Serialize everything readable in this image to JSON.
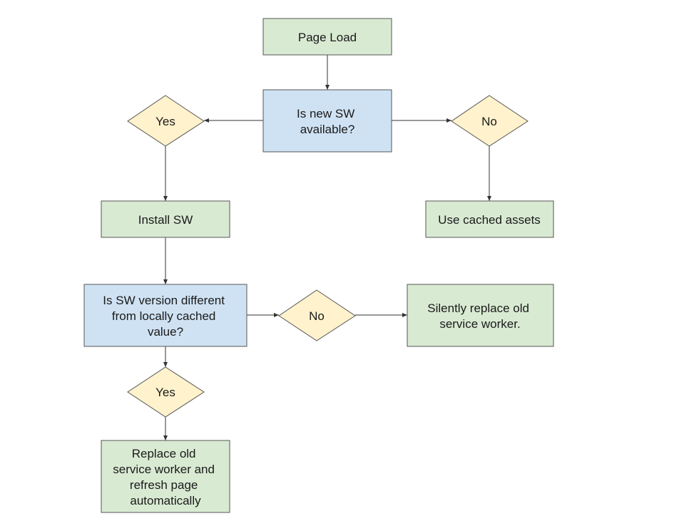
{
  "colors": {
    "process_fill": "#d9ead3",
    "decision_fill": "#cfe2f3",
    "answer_fill": "#fff2cc",
    "stroke": "#555555"
  },
  "nodes": {
    "page_load": {
      "lines": [
        "Page Load"
      ]
    },
    "new_sw_question": {
      "lines": [
        "Is new SW",
        "available?"
      ]
    },
    "yes_1": {
      "lines": [
        "Yes"
      ]
    },
    "no_1": {
      "lines": [
        "No"
      ]
    },
    "install_sw": {
      "lines": [
        "Install SW"
      ]
    },
    "use_cached_assets": {
      "lines": [
        "Use cached assets"
      ]
    },
    "version_question": {
      "lines": [
        "Is SW version different",
        "from locally cached",
        "value?"
      ]
    },
    "no_2": {
      "lines": [
        "No"
      ]
    },
    "silent_replace": {
      "lines": [
        "Silently replace old",
        "service worker."
      ]
    },
    "yes_2": {
      "lines": [
        "Yes"
      ]
    },
    "replace_refresh": {
      "lines": [
        "Replace old",
        "service worker and",
        "refresh page",
        "automatically"
      ]
    }
  }
}
